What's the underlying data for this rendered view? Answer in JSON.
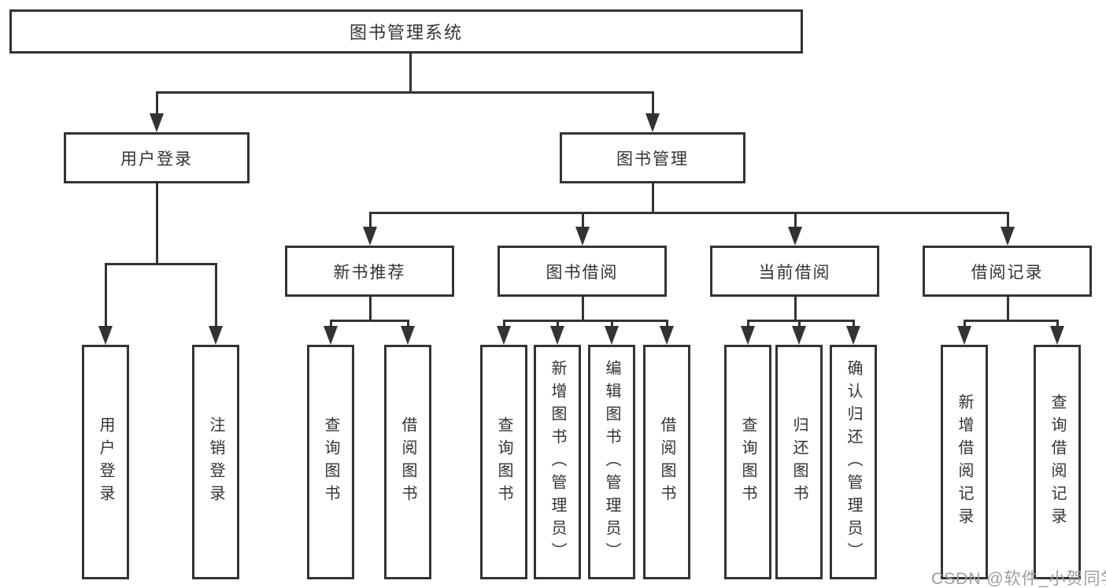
{
  "diagram": {
    "root": {
      "label": "图书管理系统"
    },
    "level2": [
      {
        "label": "用户登录",
        "children": [
          {
            "label": "用户登录"
          },
          {
            "label": "注销登录"
          }
        ]
      },
      {
        "label": "图书管理"
      }
    ],
    "level3": [
      {
        "label": "新书推荐",
        "children": [
          {
            "label": "查询图书"
          },
          {
            "label": "借阅图书"
          }
        ]
      },
      {
        "label": "图书借阅",
        "children": [
          {
            "label": "查询图书"
          },
          {
            "label": "新增图书（管理员）"
          },
          {
            "label": "编辑图书（管理员）"
          },
          {
            "label": "借阅图书"
          }
        ]
      },
      {
        "label": "当前借阅",
        "children": [
          {
            "label": "查询图书"
          },
          {
            "label": "归还图书"
          },
          {
            "label": "确认归还（管理员）"
          }
        ]
      },
      {
        "label": "借阅记录",
        "children": [
          {
            "label": "新增借阅记录"
          },
          {
            "label": "查询借阅记录"
          }
        ]
      }
    ]
  },
  "watermark": {
    "text": "CSDN @软件_小贺同学"
  },
  "colors": {
    "line": "#333333",
    "text": "#333333",
    "watermark_text": "#9e9e9e",
    "background": "#ffffff"
  }
}
